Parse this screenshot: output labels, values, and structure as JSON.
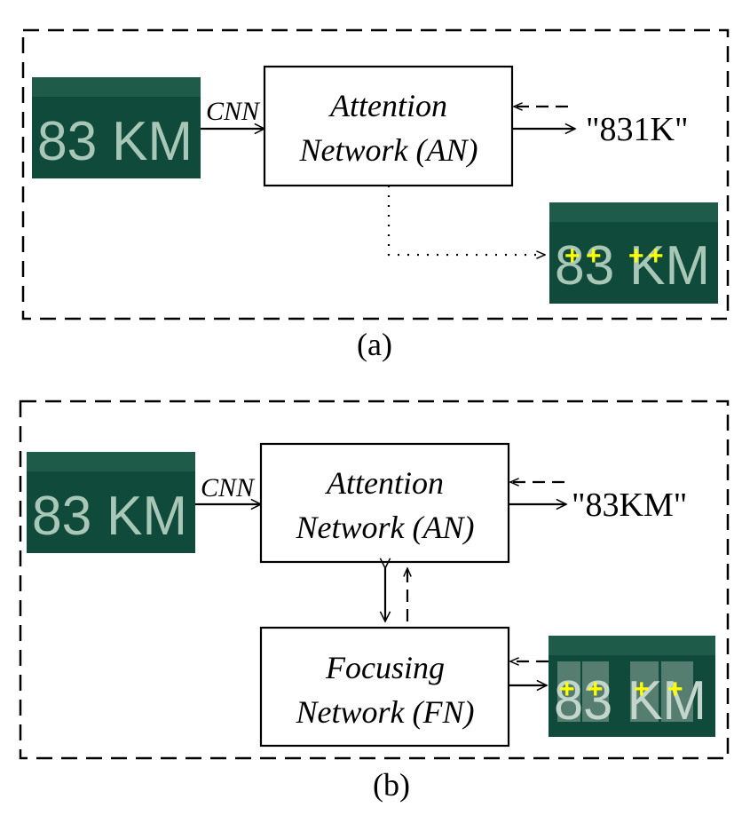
{
  "panel_a": {
    "caption": "(a)",
    "cnn_label": "CNN",
    "an_line1": "Attention",
    "an_line2": "Network (AN)",
    "output": "\"831K\"",
    "input_image_text": "83 KM",
    "attention_image_text": "83 KM",
    "marker": "+"
  },
  "panel_b": {
    "caption": "(b)",
    "cnn_label": "CNN",
    "an_line1": "Attention",
    "an_line2": "Network (AN)",
    "fn_line1": "Focusing",
    "fn_line2": "Network (FN)",
    "output": "\"83KM\"",
    "input_image_text": "83 KM",
    "focus_image_text": "83 KM",
    "marker": "+"
  },
  "colors": {
    "sign_green": "#0f4a3a",
    "sign_text": "#a9c7b7",
    "marker_yellow": "#ffff00",
    "line": "#000000"
  }
}
